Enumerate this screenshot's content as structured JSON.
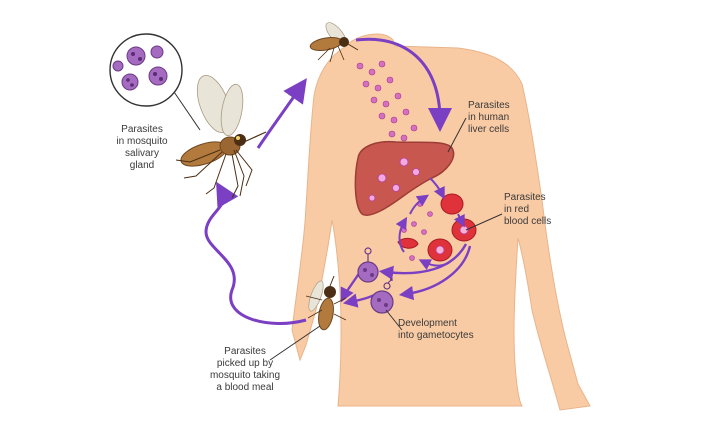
{
  "labels": {
    "salivary": "Parasites\nin mosquito\nsalivary\ngland",
    "liver": "Parasites\nin human\nliver cells",
    "rbc": "Parasites\nin red\nblood cells",
    "gametocytes": "Development\ninto gametocytes",
    "pickup": "Parasites\npicked up by\nmosquito taking\na blood meal"
  },
  "colors": {
    "skin": "#f9cba4",
    "cycle_arrow": "#7b3fc4",
    "liver": "#c8574f",
    "red_cell": "#e0323b",
    "parasite": "#d76fc0",
    "gametocyte": "#a46bc0",
    "mosquito_body": "#b37a3e"
  }
}
